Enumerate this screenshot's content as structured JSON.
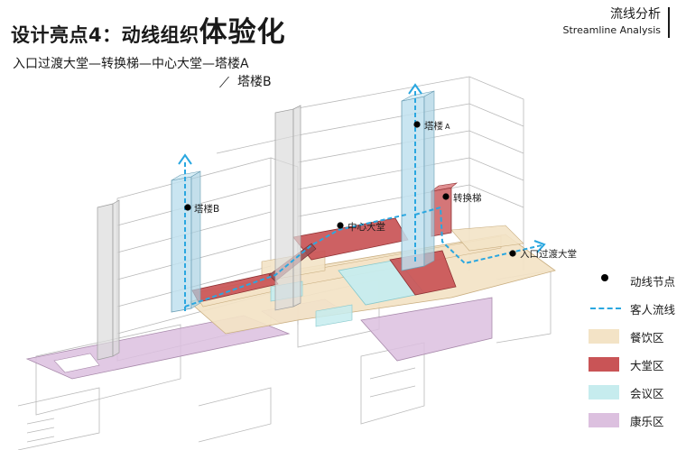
{
  "title": {
    "prefix": "设计亮点4：动线组织",
    "emphasis": "体验化"
  },
  "section": {
    "cn": "流线分析",
    "en": "Streamline Analysis"
  },
  "route": {
    "line1": "入口过渡大堂—转换梯—中心大堂—塔楼A",
    "line2": "塔楼B"
  },
  "labels": {
    "tower_a": "塔楼",
    "tower_a_suffix": "A",
    "tower_b": "塔楼B",
    "center_lobby": "中心大堂",
    "transfer_stair": "转换梯",
    "entrance_lobby": "入口过渡大堂"
  },
  "legend": [
    {
      "label": "动线节点",
      "kind": "dot"
    },
    {
      "label": "客人流线",
      "kind": "dash",
      "color": "#2aa7e0"
    },
    {
      "label": "餐饮区",
      "kind": "swatch",
      "color": "#f3e3c6"
    },
    {
      "label": "大堂区",
      "kind": "swatch",
      "color": "#c95456"
    },
    {
      "label": "会议区",
      "kind": "swatch",
      "color": "#c6ecee"
    },
    {
      "label": "康乐区",
      "kind": "swatch",
      "color": "#dcc0df"
    }
  ],
  "colors": {
    "dining": "#f3e3c6",
    "lobby": "#c95456",
    "meeting": "#c6ecee",
    "leisure": "#dcc0df",
    "tower_glass": "#bfe0ee",
    "flow": "#2aa7e0"
  }
}
